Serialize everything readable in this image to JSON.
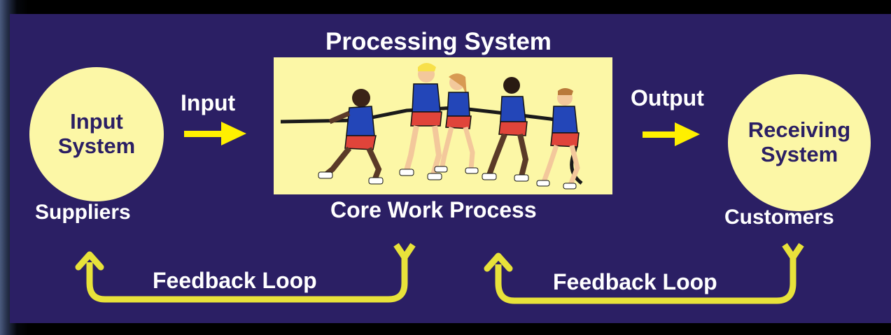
{
  "colors": {
    "panel_background": "#2b1f64",
    "circle_fill": "#fcf7a6",
    "arrow": "#fff000",
    "text": "#ffffff"
  },
  "processing_system": {
    "title": "Processing System",
    "caption": "Core Work Process",
    "illustration": "tug-of-war-team"
  },
  "input_system": {
    "line1": "Input",
    "line2": "System",
    "caption": "Suppliers"
  },
  "receiving_system": {
    "line1": "Receiving",
    "line2": "System",
    "caption": "Customers"
  },
  "flows": {
    "input": "Input",
    "output": "Output"
  },
  "feedback_loops": [
    {
      "label": "Feedback Loop"
    },
    {
      "label": "Feedback Loop"
    }
  ]
}
